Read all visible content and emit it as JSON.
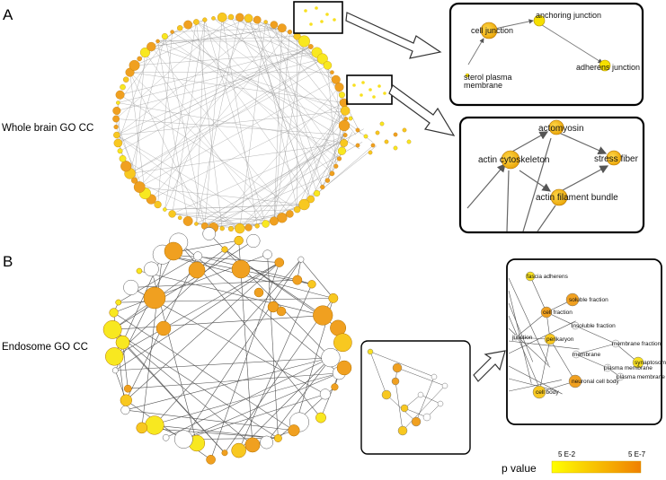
{
  "panel_a": {
    "letter": "A",
    "label": "Whole brain GO CC",
    "zoom_top": {
      "nodes": [
        {
          "label": "anchoring junction"
        },
        {
          "label": "cell junction"
        },
        {
          "label": "adherens junction"
        },
        {
          "label": "sterol plasma\nmembrane"
        }
      ]
    },
    "zoom_bottom": {
      "nodes": [
        {
          "label": "actomyosin"
        },
        {
          "label": "actin cytoskeleton"
        },
        {
          "label": "stress fiber"
        },
        {
          "label": "actin filament bundle"
        }
      ]
    }
  },
  "panel_b": {
    "letter": "B",
    "label": "Endosome GO CC",
    "zoom": {
      "nodes": [
        {
          "label": "fascia adherens"
        },
        {
          "label": "soluble fraction"
        },
        {
          "label": "cell fraction"
        },
        {
          "label": "insoluble fraction"
        },
        {
          "label": "perikaryon"
        },
        {
          "label": "membrane fraction"
        },
        {
          "label": "synaptosome"
        },
        {
          "label": "membrane"
        },
        {
          "label": "plasma membrane"
        },
        {
          "label": "neuronal cell body"
        },
        {
          "label": "cell body"
        },
        {
          "label": "plasma membrane part"
        },
        {
          "label": "junction"
        }
      ]
    }
  },
  "legend": {
    "title": "p value",
    "low_label": "5 E-2",
    "high_label": "5 E-7",
    "color_low": "#ffff00",
    "color_high": "#f08000"
  }
}
